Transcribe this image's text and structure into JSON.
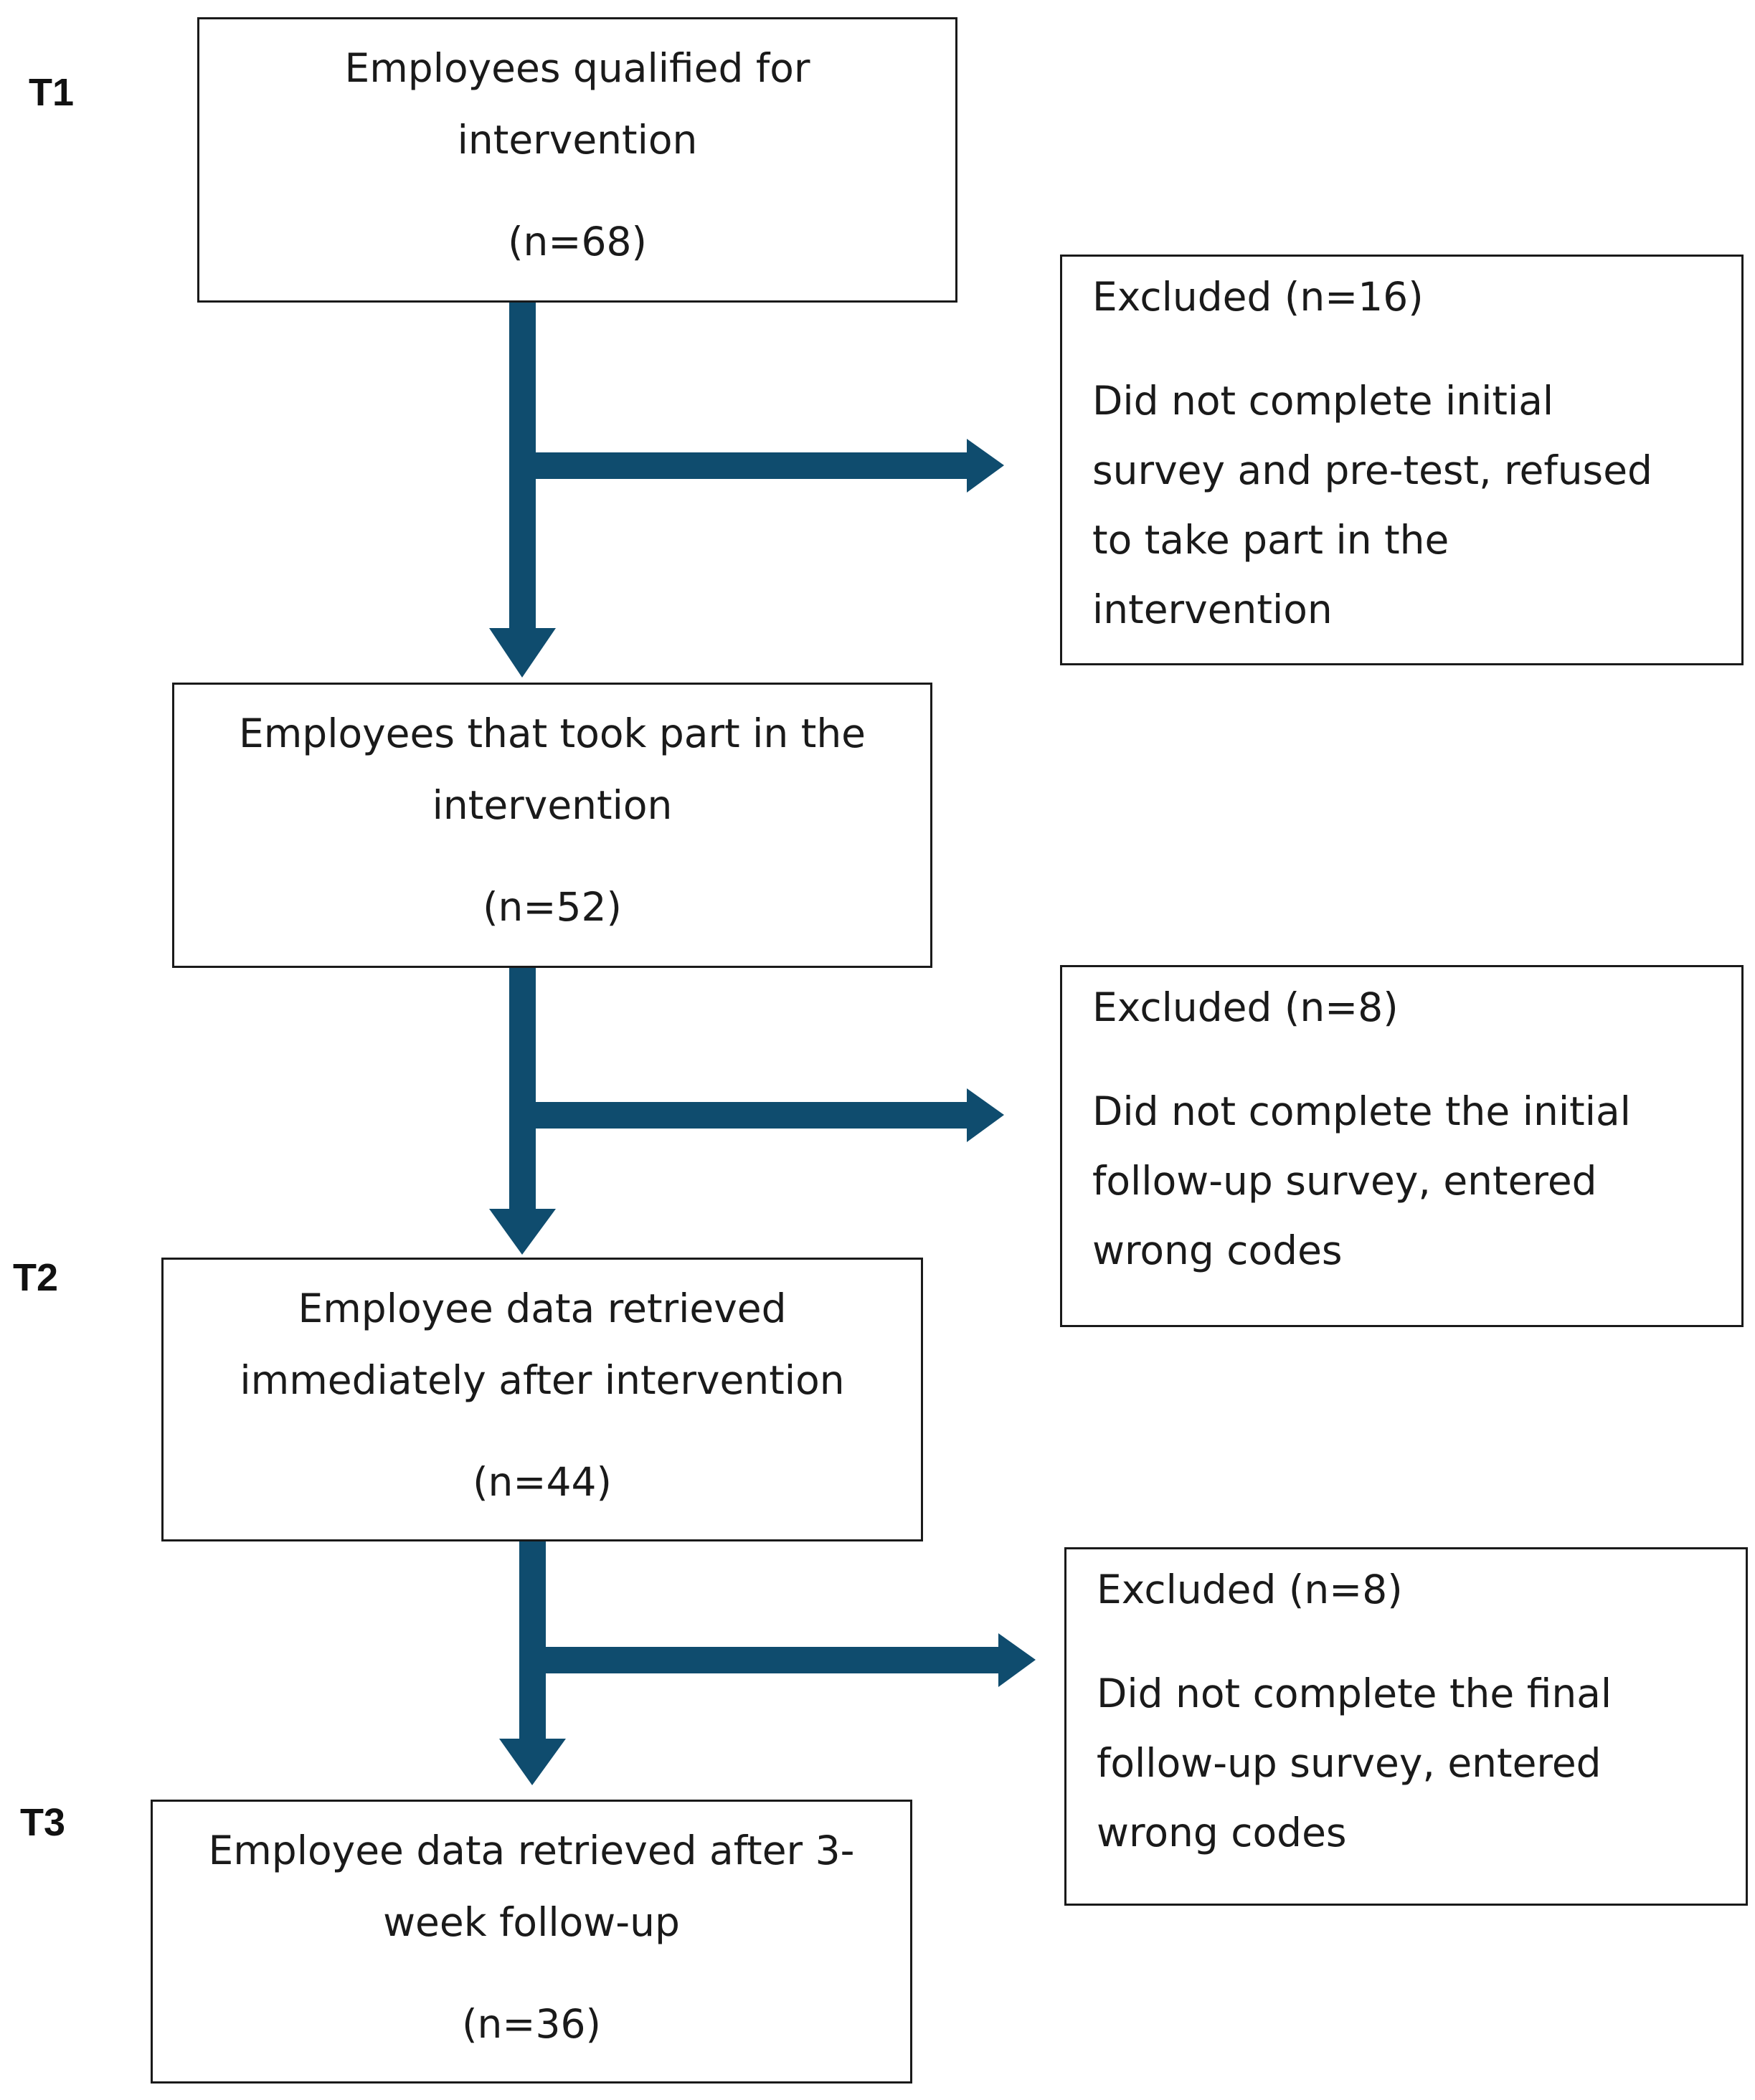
{
  "colors": {
    "arrow": "#0f4c6e",
    "box_border": "#1a1a1a",
    "text": "#1a1a1a"
  },
  "time_points": {
    "t1": "T1",
    "t2": "T2",
    "t3": "T3"
  },
  "stages": [
    {
      "lines": [
        "Employees qualified for",
        "intervention"
      ],
      "count": "(n=68)"
    },
    {
      "lines": [
        "Employees that took part in the",
        "intervention"
      ],
      "count": "(n=52)"
    },
    {
      "lines": [
        "Employee data retrieved",
        "immediately after intervention"
      ],
      "count": "(n=44)"
    },
    {
      "lines": [
        "Employee data retrieved after 3-",
        "week follow-up"
      ],
      "count": "(n=36)"
    }
  ],
  "exclusions": [
    {
      "heading": "Excluded (n=16)",
      "description": "Did not complete initial\nsurvey and pre-test, refused\nto take part in the\nintervention"
    },
    {
      "heading": "Excluded  (n=8)",
      "description": "Did not complete the initial\nfollow-up survey, entered\nwrong codes"
    },
    {
      "heading": "Excluded  (n=8)",
      "description": "Did not complete the final\nfollow-up survey, entered\nwrong codes"
    }
  ]
}
